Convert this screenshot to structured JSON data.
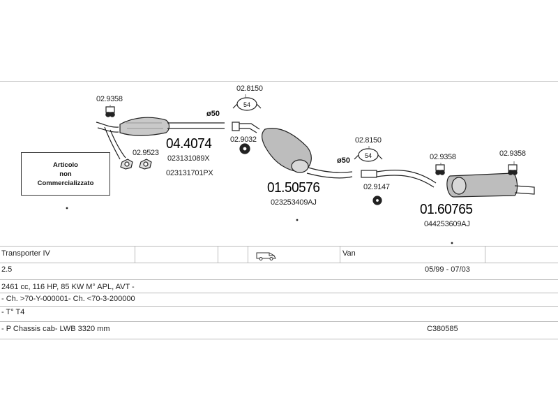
{
  "diagram": {
    "notice": {
      "line1": "Articolo",
      "line2": "non",
      "line3": "Commercializzato"
    },
    "diameters": {
      "front": "ø50",
      "rear": "ø50"
    },
    "parts": {
      "hanger_front_top": "02.9358",
      "clamp_center_top": "02.8150",
      "gasket_front": "02.9523",
      "catalyst_code": "04.4074",
      "catalyst_oem_1": "023131089X",
      "catalyst_oem_2": "023131701PX",
      "ring_center": "02.9032",
      "middle_code": "01.50576",
      "middle_oem": "023253409AJ",
      "clamp_rear_top": "02.8150",
      "ring_rear": "02.9147",
      "hanger_rear_1": "02.9358",
      "hanger_rear_2": "02.9358",
      "rear_code": "01.60765",
      "rear_oem": "044253609AJ"
    },
    "clamp_size": "54"
  },
  "vehicle": {
    "model": "Transporter IV",
    "body_type": "Van",
    "engine": "2.5",
    "period": "05/99 - 07/03",
    "spec": "2461 cc, 116 HP, 85 KW M° APL, AVT -",
    "chassis": "- Ch. >70-Y-000001- Ch. <70-3-200000",
    "type": "- T° T4",
    "variant": "- P Chassis cab- LWB 3320 mm",
    "ref": "C380585"
  }
}
